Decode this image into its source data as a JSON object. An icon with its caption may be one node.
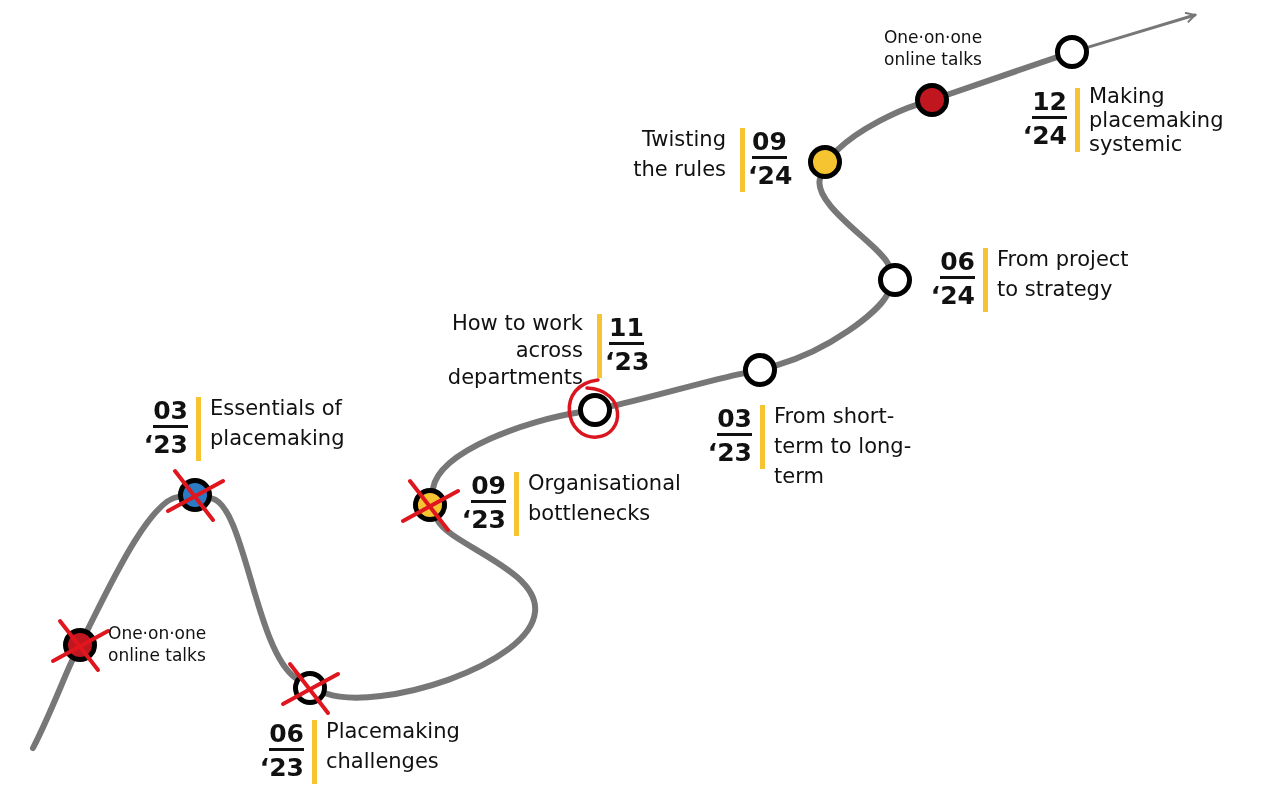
{
  "diagram": {
    "nodes": [
      {
        "text": [],
        "shape": "circle",
        "beside": [
          "One·on·one online talks"
        ]
      },
      {
        "text": [],
        "shape": "circle",
        "beside": [
          "03",
          "‘23",
          "Essentials of placemaking"
        ]
      },
      {
        "text": [],
        "shape": "circle",
        "beside": [
          "06",
          "‘23",
          "Placemaking challenges"
        ]
      },
      {
        "text": [],
        "shape": "circle",
        "beside": [
          "09",
          "‘23",
          "Organisational bottlenecks"
        ]
      },
      {
        "text": [],
        "shape": "circle",
        "beside": [
          "How to work across departments",
          "11",
          "‘23"
        ]
      },
      {
        "text": [],
        "shape": "circle",
        "beside": [
          "03",
          "‘23",
          "From short-term to long-term"
        ]
      },
      {
        "text": [],
        "shape": "circle",
        "beside": [
          "06",
          "‘24",
          "From project to strategy"
        ]
      },
      {
        "text": [],
        "shape": "circle",
        "beside": [
          "Twisting the rules",
          "09",
          "‘24"
        ]
      },
      {
        "text": [],
        "shape": "circle",
        "beside": [
          "One·on·one online talks"
        ]
      },
      {
        "text": [],
        "shape": "circle",
        "beside": [
          "12",
          "‘24",
          "Making placemaking systemic"
        ]
      }
    ],
    "edges": [
      {
        "from": null,
        "to": 0,
        "arrow": "none"
      },
      {
        "from": 0,
        "to": 1,
        "arrow": "none"
      },
      {
        "from": 1,
        "to": 2,
        "arrow": "none"
      },
      {
        "from": 2,
        "to": 3,
        "arrow": "none"
      },
      {
        "from": 3,
        "to": 4,
        "arrow": "none"
      },
      {
        "from": 4,
        "to": 5,
        "arrow": "none"
      },
      {
        "from": 5,
        "to": 6,
        "arrow": "none"
      },
      {
        "from": 6,
        "to": 7,
        "arrow": "none"
      },
      {
        "from": 7,
        "to": 8,
        "arrow": "none"
      },
      {
        "from": 8,
        "to": 9,
        "arrow": "none"
      },
      {
        "from": 9,
        "to": null,
        "arrow": "to"
      }
    ]
  }
}
